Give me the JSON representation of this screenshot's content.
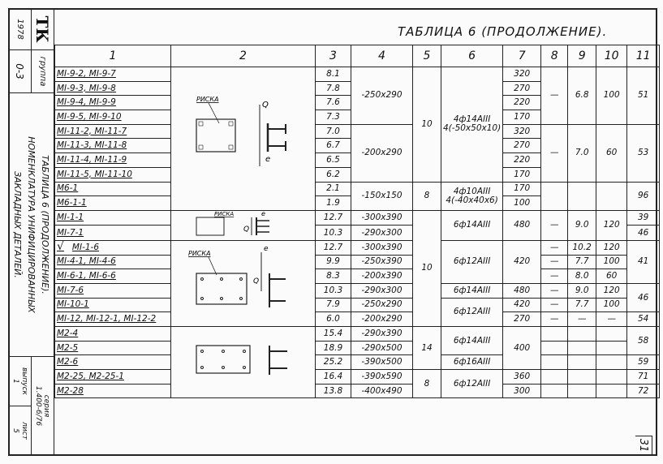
{
  "title": "ТАБЛИЦА 6 (ПРОДОЛЖЕНИЕ).",
  "stamp": {
    "tk": "ТК",
    "year": "1978",
    "group_label": "группа",
    "group": "0-3",
    "desc_1": "ТАБЛИЦА 6 (ПРОДОЛЖЕНИЕ).",
    "desc_2": "НОМЕНКЛАТУРА УНИФИЦИРОВАННЫХ",
    "desc_3": "ЗАКЛАДНЫХ ДЕТАЛЕЙ.",
    "series_label": "серия",
    "series": "1.400-6/76",
    "issue_label": "выпуск",
    "issue": "1",
    "sheet_label": "лист",
    "sheet": "5"
  },
  "headers": [
    "1",
    "2",
    "3",
    "4",
    "5",
    "6",
    "7",
    "8",
    "9",
    "10",
    "11"
  ],
  "check_mark": "√",
  "drawings": {
    "label_riska": "РИСКА",
    "label_q": "Q",
    "label_e": "e"
  },
  "rows": [
    [
      "МI-9-2, МI-9-7",
      "8.1",
      "-250x290",
      "10",
      "4ф14AIII\n4(-50x50x10)",
      "320",
      "—",
      "6.8",
      "100",
      "51"
    ],
    [
      "МI-9-3, МI-9-8",
      "7.8",
      null,
      null,
      null,
      "270",
      null,
      null,
      null,
      null
    ],
    [
      "МI-9-4, МI-9-9",
      "7.6",
      null,
      null,
      null,
      "220",
      null,
      null,
      null,
      null
    ],
    [
      "МI-9-5, МI-9-10",
      "7.3",
      null,
      null,
      null,
      "170",
      null,
      null,
      null,
      null
    ],
    [
      "МI-11-2, МI-11-7",
      "7.0",
      "-200x290",
      null,
      null,
      "320",
      "—",
      "7.0",
      "60",
      "53"
    ],
    [
      "МI-11-3, МI-11-8",
      "6.7",
      null,
      null,
      null,
      "270",
      null,
      null,
      null,
      null
    ],
    [
      "МI-11-4, МI-11-9",
      "6.5",
      null,
      null,
      null,
      "220",
      null,
      null,
      null,
      null
    ],
    [
      "МI-11-5, МI-11-10",
      "6.2",
      null,
      null,
      null,
      "170",
      null,
      null,
      null,
      null
    ],
    [
      "М6-1",
      "2.1",
      "-150x150",
      "8",
      "4ф10AIII\n4(-40x40x6)",
      "170",
      "",
      "",
      "",
      "96"
    ],
    [
      "М6-1-1",
      "1.9",
      null,
      null,
      null,
      "100",
      null,
      null,
      null,
      null
    ],
    [
      "МI-1-1",
      "12.7",
      "-300x390",
      "10",
      "6ф14AIII",
      "480",
      "—",
      "9.0",
      "120",
      "39"
    ],
    [
      "МI-7-1",
      "10.3",
      "-290x300",
      null,
      null,
      null,
      null,
      null,
      null,
      "46"
    ],
    [
      "МI-1-6",
      "12.7",
      "-300x390",
      null,
      "6ф12AIII",
      "420",
      "—",
      "10.2",
      "120",
      "41"
    ],
    [
      "МI-4-1, МI-4-6",
      "9.9",
      "-250x390",
      null,
      null,
      null,
      "—",
      "7.7",
      "100",
      null
    ],
    [
      "МI-6-1, МI-6-6",
      "8.3",
      "-200x390",
      null,
      null,
      null,
      "—",
      "8.0",
      "60",
      null
    ],
    [
      "МI-7-6",
      "10.3",
      "-290x300",
      null,
      "6ф14AIII",
      "480",
      "—",
      "9.0",
      "120",
      "46"
    ],
    [
      "МI-10-1",
      "7.9",
      "-250x290",
      null,
      "6ф12AIII",
      "420",
      "—",
      "7.7",
      "100",
      null
    ],
    [
      "МI-12, МI-12-1, МI-12-2",
      "6.0",
      "-200x290",
      null,
      null,
      "270",
      "—",
      "—",
      "—",
      "54"
    ],
    [
      "М2-4",
      "15.4",
      "-290x390",
      "14",
      "6ф14AIII",
      "400",
      "",
      "",
      "",
      "58"
    ],
    [
      "М2-5",
      "18.9",
      "-290x500",
      null,
      null,
      null,
      "",
      "",
      "",
      null
    ],
    [
      "М2-6",
      "25.2",
      "-390x500",
      null,
      "6ф16AIII",
      null,
      "",
      "",
      "",
      "59"
    ],
    [
      "М2-25, М2-25-1",
      "16.4",
      "-390x590",
      "8",
      "6ф12AIII",
      "360",
      "",
      "",
      "",
      "71"
    ],
    [
      "М2-28",
      "13.8",
      "-400x490",
      null,
      null,
      "300",
      "",
      "",
      "",
      "72"
    ]
  ],
  "page_number": "31"
}
